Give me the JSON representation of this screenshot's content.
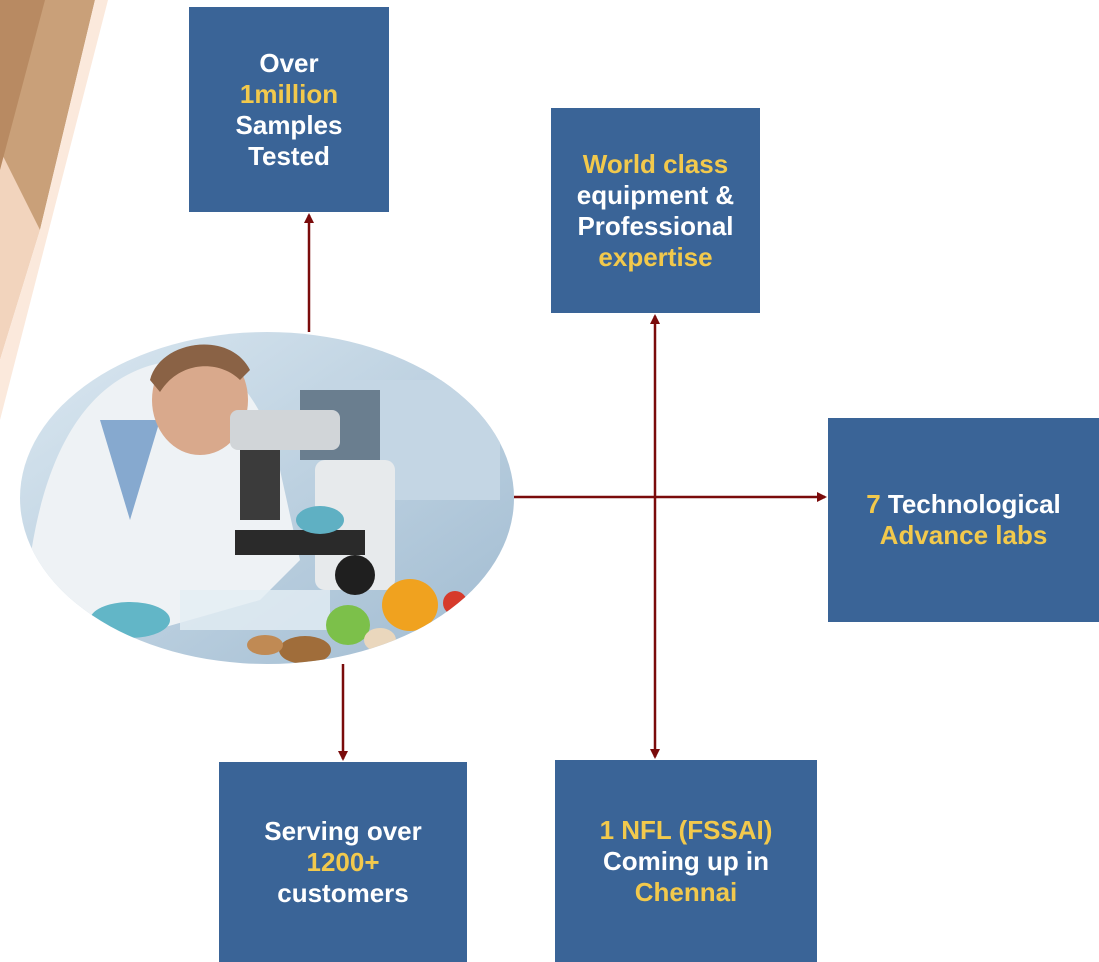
{
  "colors": {
    "box_fill": "#3a6497",
    "text_white": "#ffffff",
    "text_highlight": "#f2c94c",
    "connector": "#7a0b0b"
  },
  "photo": {
    "subject": "scientist-with-microscope-and-vegetables"
  },
  "boxes": {
    "samples": {
      "l1": "Over",
      "l2": "1million",
      "l3": "Samples",
      "l4": "Tested"
    },
    "equipment": {
      "l1": "World class",
      "l2": "equipment &",
      "l3": "Professional",
      "l4": "expertise"
    },
    "labs": {
      "l1a": "7",
      "l1b": " Technological",
      "l2": "Advance labs"
    },
    "customers": {
      "l1": "Serving over",
      "l2": "1200+",
      "l3": "customers"
    },
    "nfl": {
      "l1": "1 NFL (FSSAI)",
      "l2": "Coming up in",
      "l3": "Chennai"
    }
  }
}
